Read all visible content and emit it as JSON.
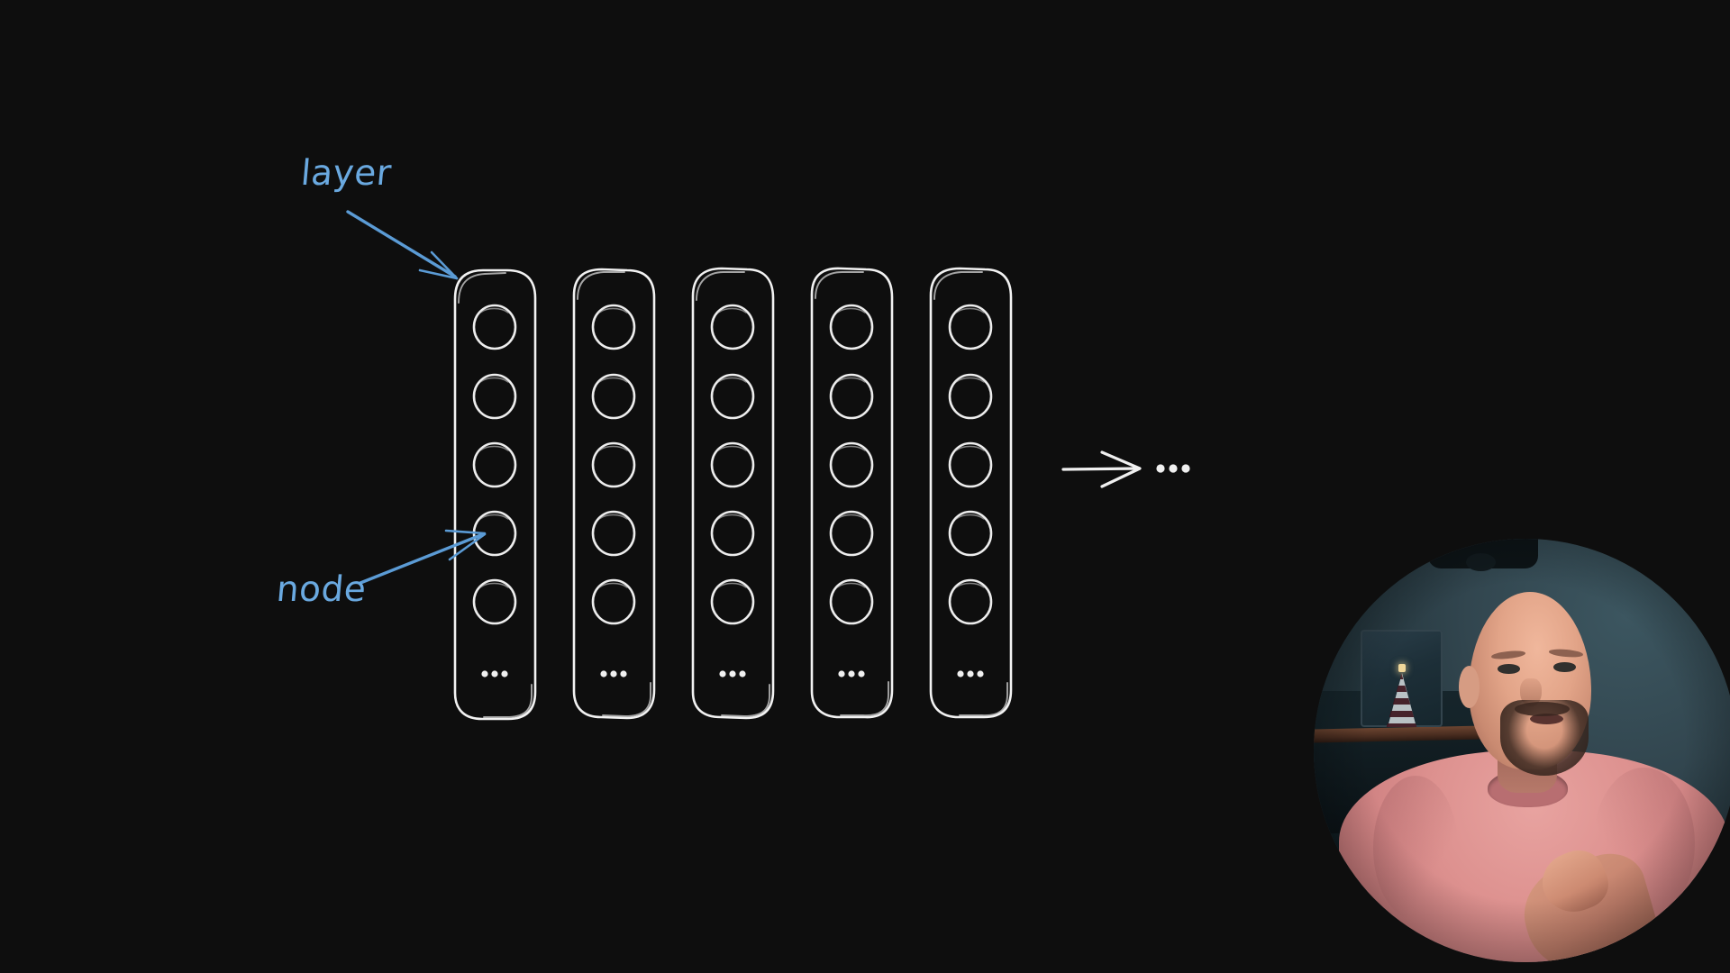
{
  "scene": {
    "background_color": "#0e0e0e",
    "title": "Neural network layers sketch"
  },
  "annotations": [
    {
      "id": "layer",
      "label": "layer",
      "color": "#6aa9e0",
      "points_to": "layer-box-1 top-left corner"
    },
    {
      "id": "node",
      "label": "node",
      "color": "#5b9bd5",
      "points_to": "layer-box-1 node 4"
    }
  ],
  "diagram": {
    "stroke_color": "#f2f2f2",
    "layer_count": 5,
    "nodes_per_layer": 5,
    "layers": [
      {
        "name": "layer-1",
        "ellipsis": "•••"
      },
      {
        "name": "layer-2",
        "ellipsis": "•••"
      },
      {
        "name": "layer-3",
        "ellipsis": "•••"
      },
      {
        "name": "layer-4",
        "ellipsis": "•••"
      },
      {
        "name": "layer-5",
        "ellipsis": "•••"
      }
    ],
    "continuation": {
      "arrow": "right-arrow",
      "ellipsis": "•••"
    }
  },
  "webcam": {
    "shape": "circle",
    "presenter_shirt_color": "#d88e8d",
    "background_color": "#33464f"
  }
}
